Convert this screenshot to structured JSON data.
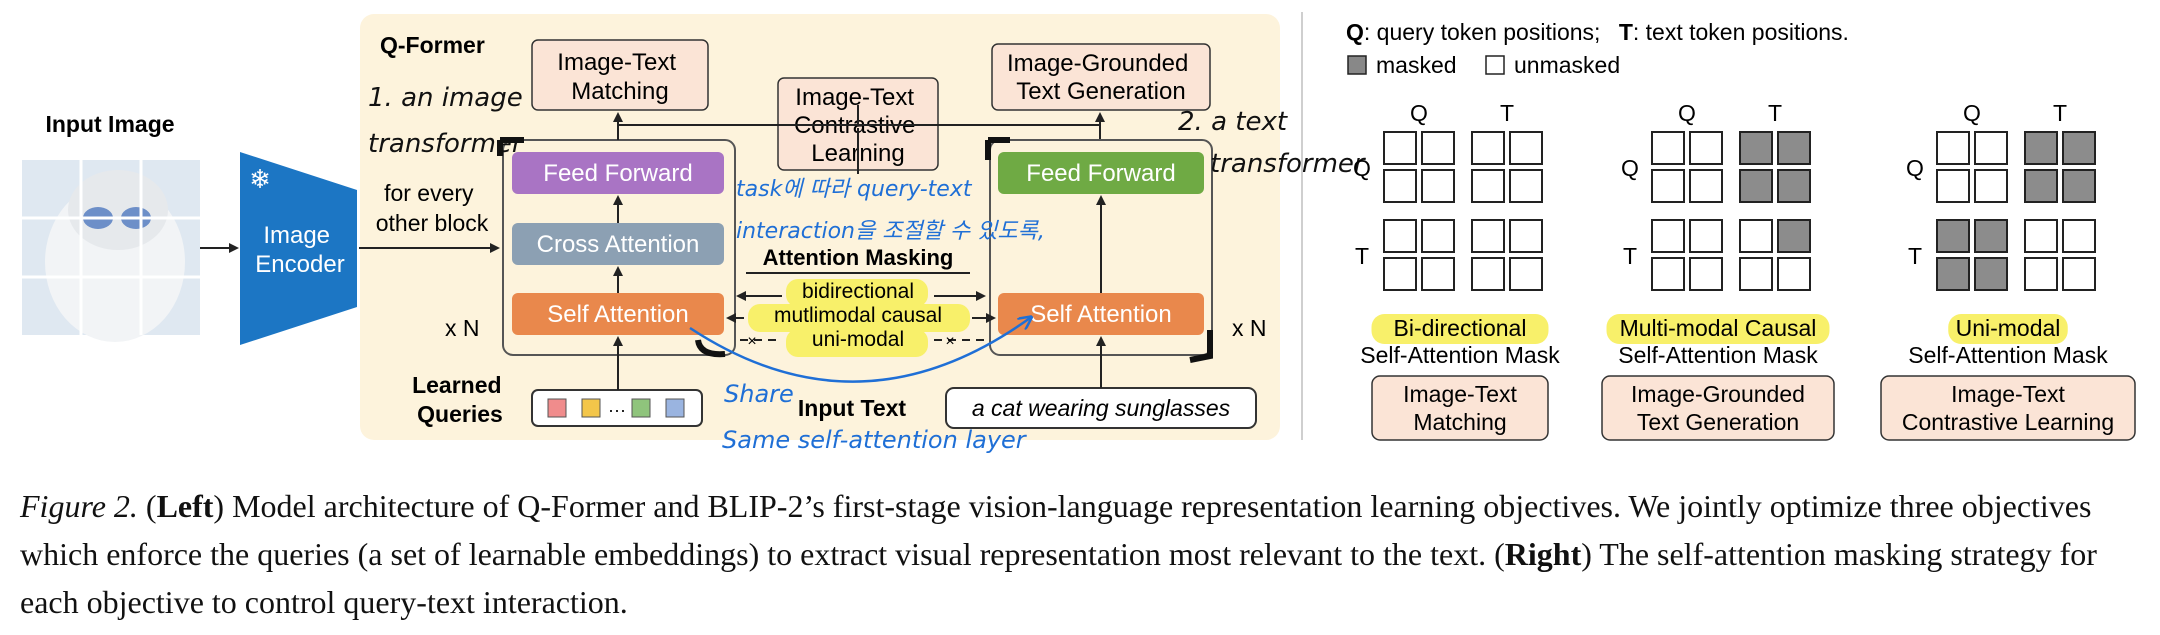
{
  "left": {
    "input_image_label": "Input Image",
    "encoder_label": [
      "Image",
      "Encoder"
    ],
    "snowflake": "❄",
    "qformer_title": "Q-Former",
    "for_every_other_block": [
      "for every",
      "other block"
    ],
    "top_boxes": {
      "itm": [
        "Image-Text",
        "Matching"
      ],
      "itc": [
        "Image-Text",
        "Contrastive",
        "Learning"
      ],
      "itg": [
        "Image-Grounded",
        "Text Generation"
      ]
    },
    "feed_forward": "Feed Forward",
    "cross_attention": "Cross Attention",
    "self_attention": "Self Attention",
    "xN": "x N",
    "attention_masking": "Attention Masking",
    "mask_options": [
      "bidirectional",
      "mutlimodal causal",
      "uni-modal"
    ],
    "learned_queries": [
      "Learned",
      "Queries"
    ],
    "query_dots": "···",
    "input_text_label": "Input Text",
    "input_text_value": "a cat wearing sunglasses",
    "colors": {
      "panel": "#fdf3dc",
      "feed_forward_left": "#a974c4",
      "feed_forward_right": "#6faa44",
      "cross_attention": "#8ca0b3",
      "self_attention": "#e9884c",
      "encoder": "#1c76c4",
      "objective_box": "#fbe4d6",
      "highlight": "#f8f06a",
      "handwriting": "#1f6fd6"
    }
  },
  "annotations": {
    "transformer_1": [
      "1. an image",
      "transformer"
    ],
    "transformer_2": [
      "2. a text",
      "transformer"
    ],
    "korean_note": [
      "task에 따라 query-text",
      "interaction을 조절할 수 있도록,"
    ],
    "share": [
      "Share",
      "Same self-attention layer"
    ]
  },
  "right": {
    "legend_line1": [
      {
        "bold": "Q",
        "text": ": query token positions;"
      },
      {
        "bold": "T",
        "text": ": text token positions."
      }
    ],
    "legend_masked": "masked",
    "legend_unmasked": "unmasked",
    "axis_q": "Q",
    "axis_t": "T",
    "masks": [
      {
        "name": "Bi-directional",
        "subtitle": "Self-Attention Mask",
        "objective": [
          "Image-Text",
          "Matching"
        ]
      },
      {
        "name": "Multi-modal Causal",
        "subtitle": "Self-Attention Mask",
        "objective": [
          "Image-Grounded",
          "Text Generation"
        ]
      },
      {
        "name": "Uni-modal",
        "subtitle": "Self-Attention Mask",
        "objective": [
          "Image-Text",
          "Contrastive Learning"
        ]
      }
    ]
  },
  "caption": {
    "figure_label": "Figure 2.",
    "left_tag": "Left",
    "left_text": ") Model architecture of Q-Former and BLIP-2’s first-stage vision-language representation learning objectives. We jointly optimize three objectives which enforce the queries (a set of learnable embeddings) to extract visual representation most relevant to the text. (",
    "right_tag": "Right",
    "right_text": ") The self-attention masking strategy for each objective to control query-text interaction."
  }
}
